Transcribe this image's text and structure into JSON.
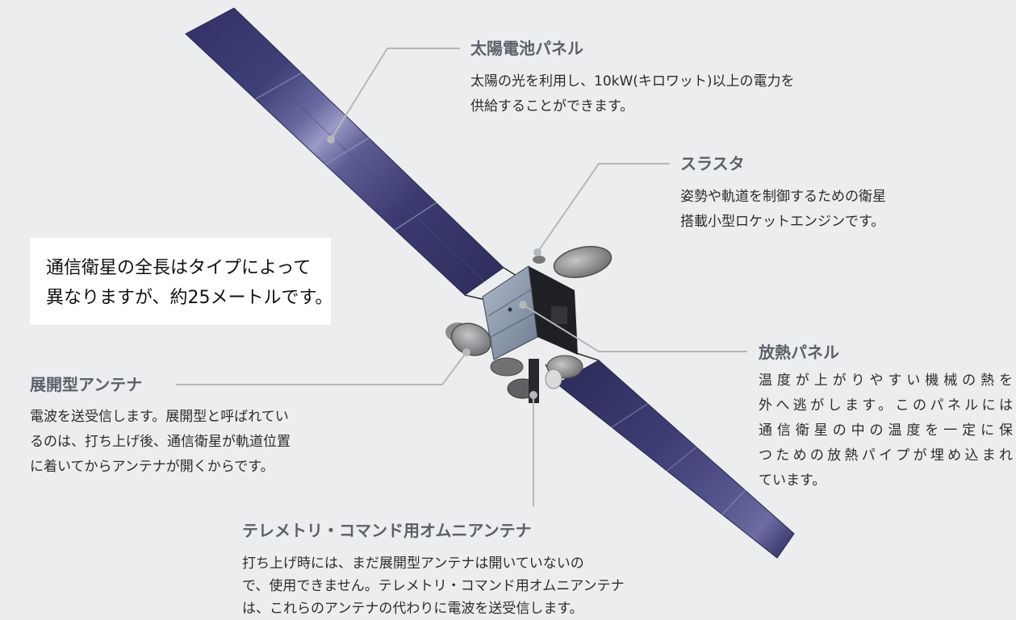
{
  "colors": {
    "background": "#ebedef",
    "heading": "#5b6068",
    "text": "#2a2c2e",
    "leader": "#b4b8bc",
    "callout_bg": "#ffffff",
    "solar_panel": "#3d3d70"
  },
  "callout": {
    "lines": [
      "通信衛星の全長はタイプによって",
      "異なりますが、約25メートルです。"
    ]
  },
  "labels": {
    "solar_panel": {
      "title": "太陽電池パネル",
      "lines": [
        "太陽の光を利用し、10kW(キロワット)以上の電力を",
        "供給することができます。"
      ]
    },
    "thruster": {
      "title": "スラスタ",
      "lines": [
        "姿勢や軌道を制御するための衛星",
        "搭載小型ロケットエンジンです。"
      ]
    },
    "radiator_panel": {
      "title": "放熱パネル",
      "lines": [
        "温度が上がりやすい機械の熱を",
        "外へ逃がします。このパネルには",
        "通信衛星の中の温度を一定に保",
        "つための放熱パイプが埋め込まれ",
        "ています。"
      ]
    },
    "deployable_antenna": {
      "title": "展開型アンテナ",
      "lines": [
        "電波を送受信します。展開型と呼ばれてい",
        "るのは、打ち上げ後、通信衛星が軌道位置",
        "に着いてからアンテナが開くからです。"
      ]
    },
    "omni_antenna": {
      "title": "テレメトリ・コマンド用オムニアンテナ",
      "lines": [
        "打ち上げ時には、まだ展開型アンテナは開いていないの",
        "で、使用できません。テレメトリ・コマンド用オムニアンテナ",
        "は、これらのアンテナの代わりに電波を送受信します。"
      ]
    }
  }
}
